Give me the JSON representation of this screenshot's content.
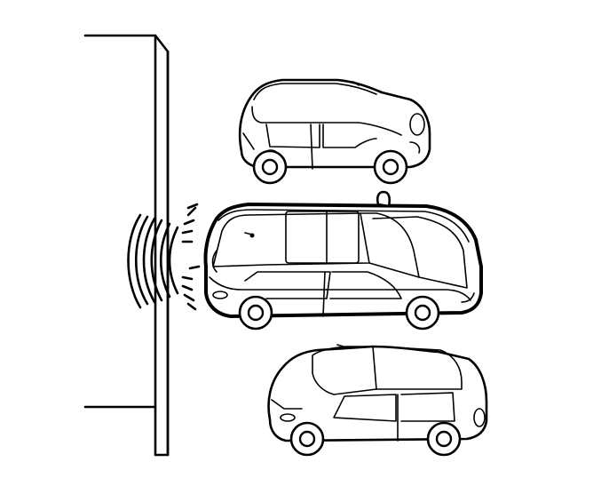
{
  "illustration": {
    "scene": "parking-sensor",
    "colors": {
      "line": "#000000",
      "background": "#ffffff"
    },
    "wave_arcs": {
      "left_count": 6,
      "right_dash_count": 10
    }
  }
}
